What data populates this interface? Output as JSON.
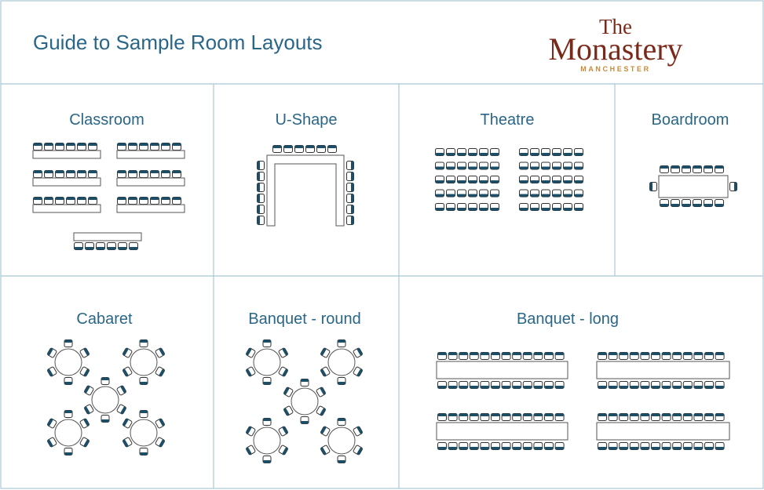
{
  "page": {
    "title": "Guide to Sample Room Layouts"
  },
  "logo": {
    "line1": "The",
    "line2": "Monastery",
    "line3": "MANCHESTER"
  },
  "layouts": [
    {
      "key": "classroom",
      "label": "Classroom"
    },
    {
      "key": "u-shape",
      "label": "U-Shape"
    },
    {
      "key": "theatre",
      "label": "Theatre"
    },
    {
      "key": "boardroom",
      "label": "Boardroom"
    },
    {
      "key": "cabaret",
      "label": "Cabaret"
    },
    {
      "key": "banquet-round",
      "label": "Banquet - round"
    },
    {
      "key": "banquet-long",
      "label": "Banquet - long"
    }
  ],
  "colors": {
    "heading": "#2a6688",
    "chair": "#1d4e68",
    "grid": "#a9c8d6",
    "logo_main": "#7a2a1a",
    "logo_accent": "#c98a3a"
  }
}
